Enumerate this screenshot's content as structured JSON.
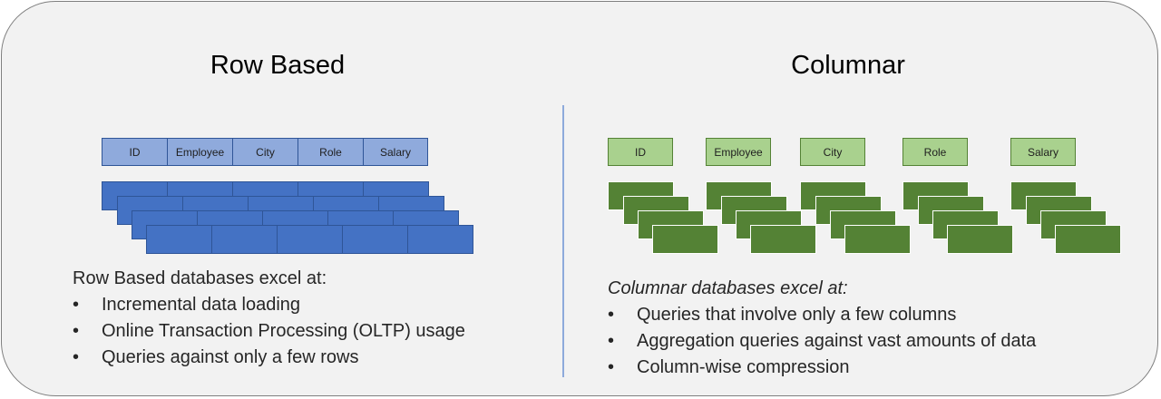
{
  "row_section": {
    "title": "Row Based",
    "columns": [
      "ID",
      "Employee",
      "City",
      "Role",
      "Salary"
    ],
    "heading": "Row Based databases excel at:",
    "bullets": [
      "Incremental data loading",
      "Online Transaction Processing (OLTP) usage",
      "Queries against only a few rows"
    ]
  },
  "column_section": {
    "title": "Columnar",
    "columns": [
      "ID",
      "Employee",
      "City",
      "Role",
      "Salary"
    ],
    "heading": "Columnar databases excel at:",
    "bullets": [
      "Queries that involve only a few columns",
      "Aggregation queries against vast amounts of data",
      "Column-wise compression"
    ]
  },
  "bullet_glyph": "•",
  "colors": {
    "row_header_fill": "#8faadc",
    "row_cell_fill": "#4472c4",
    "column_header_fill": "#a9d18e",
    "column_cell_fill": "#548235",
    "divider": "#8eaadb"
  }
}
